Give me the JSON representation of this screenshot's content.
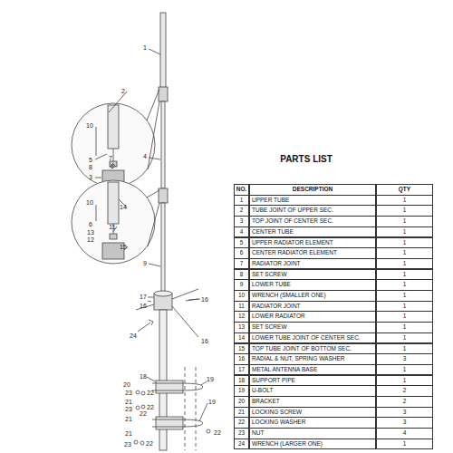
{
  "diagram": {
    "title": "PARTS LIST",
    "labels": [
      "1",
      "2",
      "10",
      "5",
      "7",
      "8",
      "6",
      "3",
      "4",
      "10",
      "14",
      "6",
      "11",
      "13",
      "12",
      "15",
      "9",
      "17",
      "16",
      "16",
      "16",
      "24",
      "18",
      "20",
      "22",
      "23",
      "22",
      "21",
      "23",
      "22",
      "21",
      "19",
      "19",
      "21",
      "22",
      "23",
      "22",
      "NO.",
      "DESCRIPTION",
      "QTY",
      "1",
      "UPPER TUBE",
      "1",
      "2",
      "TUBE JOINT OF UPPER SEC.",
      "1",
      "3",
      "TOP JOINT OF CENTER SEC.",
      "1",
      "4",
      "CENTER TUBE",
      "1",
      "5",
      "UPPER RADIATOR ELEMENT",
      "1",
      "6",
      "CENTER RADIATOR ELEMENT",
      "1",
      "7",
      "RADIATOR JOINT",
      "1",
      "8",
      "SET SCREW",
      "1",
      "9",
      "LOWER TUBE",
      "1",
      "10",
      "WRENCH (SMALLER ONE)",
      "1",
      "11",
      "RADIATOR JOINT",
      "1",
      "12",
      "LOWER RADIATOR",
      "1",
      "13",
      "SET SCREW",
      "1",
      "14",
      "LOWER TUBE JOINT OF CENTER SEC.",
      "1",
      "15",
      "TOP TUBE JOINT OF BOTTOM SEC.",
      "1",
      "16",
      "RADIAL & NUT, SPRING WASHER",
      "3",
      "17",
      "METAL ANTENNA BASE",
      "1",
      "18",
      "SUPPORT PIPE",
      "1",
      "19",
      "U-BOLT",
      "2",
      "20",
      "BRACKET",
      "2",
      "21",
      "LOCKING SCREW",
      "3",
      "22",
      "LOCKING WASHER",
      "3",
      "23",
      "NUT",
      "4",
      "24",
      "WRENCH (LARGER ONE)",
      "1"
    ]
  }
}
